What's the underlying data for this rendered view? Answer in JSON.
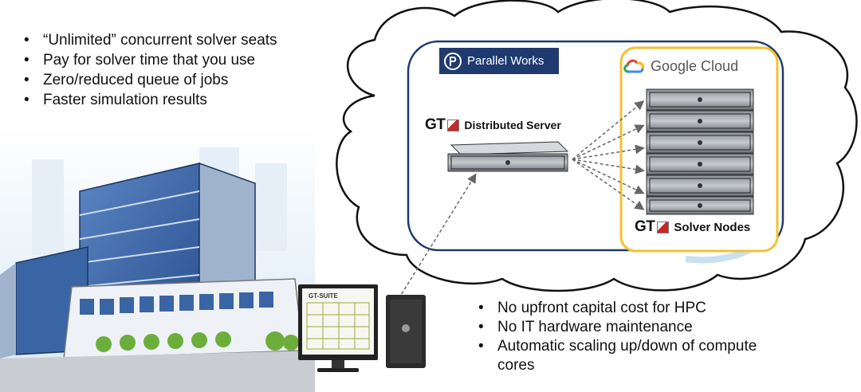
{
  "bullets_left": [
    "“Unlimited” concurrent solver seats",
    "Pay for solver time that you use",
    "Zero/reduced queue of jobs",
    "Faster simulation results"
  ],
  "bullets_right": [
    "No upfront capital cost for HPC",
    "No IT hardware maintenance",
    "Automatic scaling up/down of compute cores"
  ],
  "parallel_works": {
    "label": "Parallel Works"
  },
  "google_cloud": {
    "label": "Google Cloud"
  },
  "distributed_server": {
    "gt_text": "GT",
    "label": "Distributed Server"
  },
  "solver_nodes": {
    "gt_text": "GT",
    "label": "Solver Nodes",
    "count": 6
  },
  "workstation": {
    "screen_title": "GT-SUITE"
  },
  "colors": {
    "cloud_outline": "#111111",
    "cloud_inner_border": "#1f3a6e",
    "google_box_border": "#f2c230",
    "parallel_works_bg": "#1f3a6e",
    "arrow": "#666666"
  }
}
